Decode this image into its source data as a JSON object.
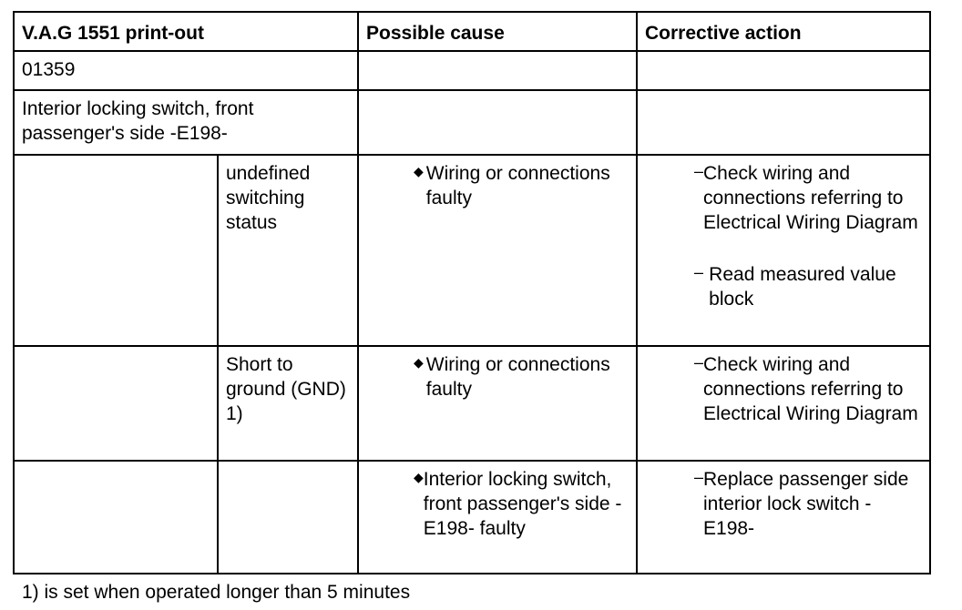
{
  "headers": {
    "printout": "V.A.G 1551 print-out",
    "cause": "Possible cause",
    "action": "Corrective action"
  },
  "code": "01359",
  "component": "Interior locking switch, front passenger's side -E198-",
  "rows": [
    {
      "status": "undefined switching status",
      "cause": "Wiring or connections faulty",
      "actions": [
        "Check wiring and connections referring to Electrical Wiring Diagram",
        "Read measured value block"
      ]
    },
    {
      "status": "Short to ground (GND) 1)",
      "cause": "Wiring or connections faulty",
      "actions": [
        "Check wiring and connections referring to Electrical Wiring Diagram"
      ]
    },
    {
      "status": "",
      "cause": "Interior locking switch, front passenger's side -E198- faulty",
      "actions": [
        "Replace passenger side interior lock switch -E198-"
      ]
    }
  ],
  "bullet_glyph": "◆",
  "dash_glyph": "–",
  "footnote": "1) is set when operated longer than 5 minutes"
}
